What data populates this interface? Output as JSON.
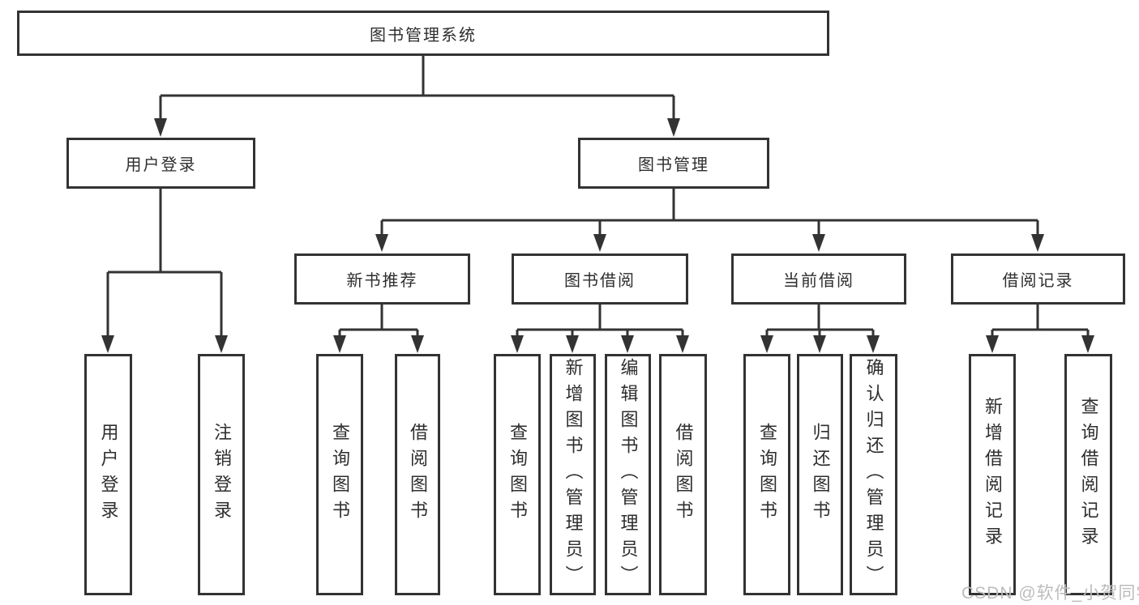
{
  "tree": {
    "root": {
      "label": "图书管理系统"
    },
    "branches": [
      {
        "label": "用户登录",
        "leaves": [
          "用户登录",
          "注销登录"
        ]
      },
      {
        "label": "图书管理",
        "groups": [
          {
            "label": "新书推荐",
            "leaves": [
              "查询图书",
              "借阅图书"
            ]
          },
          {
            "label": "图书借阅",
            "leaves": [
              "查询图书",
              "新增图书（管理员）",
              "编辑图书（管理员）",
              "借阅图书"
            ]
          },
          {
            "label": "当前借阅",
            "leaves": [
              "查询图书",
              "归还图书",
              "确认归还（管理员）"
            ]
          },
          {
            "label": "借阅记录",
            "leaves": [
              "新增借阅记录",
              "查询借阅记录"
            ]
          }
        ]
      }
    ]
  },
  "watermark": {
    "text": "CSDN @软件_小贺同学"
  },
  "colors": {
    "line": "#333333",
    "box_border": "#333333",
    "box_fill": "#ffffff",
    "text": "#2e2e2e",
    "watermark": "#bcbcbc"
  }
}
